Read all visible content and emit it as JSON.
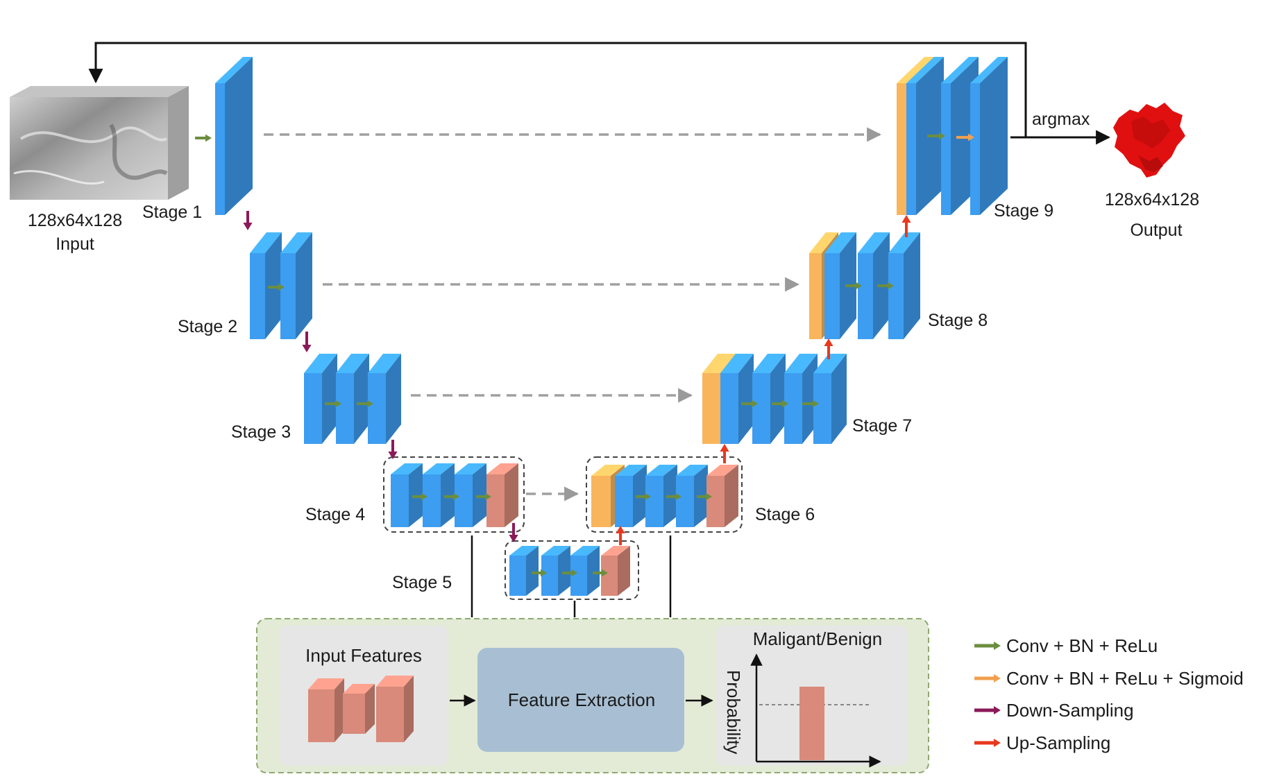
{
  "input": {
    "dims": "128x64x128",
    "label": "Input"
  },
  "output": {
    "dims": "128x64x128",
    "label": "Output",
    "arrow_label": "argmax"
  },
  "stages": {
    "s1": "Stage 1",
    "s2": "Stage 2",
    "s3": "Stage 3",
    "s4": "Stage 4",
    "s5": "Stage 5",
    "s6": "Stage 6",
    "s7": "Stage 7",
    "s8": "Stage 8",
    "s9": "Stage 9"
  },
  "classifier": {
    "input_features": "Input Features",
    "feature_extraction": "Feature Extraction",
    "title": "Maligant/Benign",
    "y_axis": "Probability"
  },
  "legend": [
    {
      "label": "Conv + BN + ReLu",
      "color": "#6b8e3e"
    },
    {
      "label": "Conv + BN + ReLu + Sigmoid",
      "color": "#f0a050"
    },
    {
      "label": "Down-Sampling",
      "color": "#8b1a5a"
    },
    {
      "label": "Up-Sampling",
      "color": "#e8391e"
    }
  ],
  "colors": {
    "block_blue": "#3d9df0",
    "block_orange": "#f8b55c",
    "block_red": "#d98a7a",
    "panel_green": "#e4ecd8",
    "feature_box": "#a7bfd4"
  }
}
